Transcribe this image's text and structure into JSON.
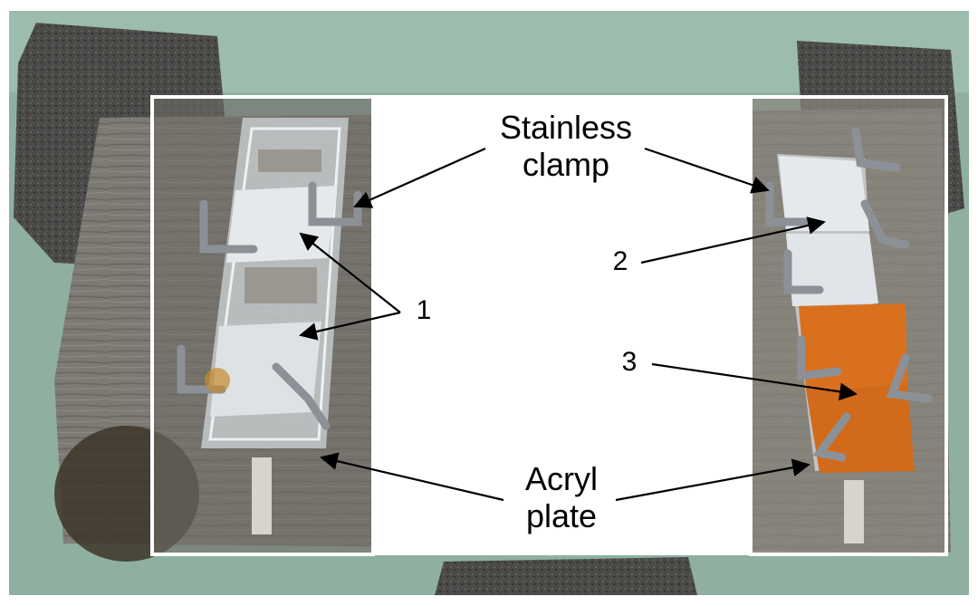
{
  "labels": {
    "stainless_line1": "Stainless",
    "stainless_line2": "clamp",
    "acryl_line1": "Acryl",
    "acryl_line2": "plate",
    "marker_1": "1",
    "marker_2": "2",
    "marker_3": "3"
  },
  "colors": {
    "background_green": "#8fb0a0",
    "wood_board": "#7d7a74",
    "concrete_block": "#4a4a48",
    "acrylic_plate": "#d8dde0",
    "white_panel": "#e6e9ec",
    "orange_panel": "#d9701e",
    "clamp_gray": "#8c9198",
    "frame_white": "#ffffff",
    "arrow_black": "#000000"
  },
  "icons": [
    "concrete-block",
    "wooden-board",
    "acrylic-plate",
    "stainless-clamp",
    "specimen-panel",
    "arrow"
  ]
}
